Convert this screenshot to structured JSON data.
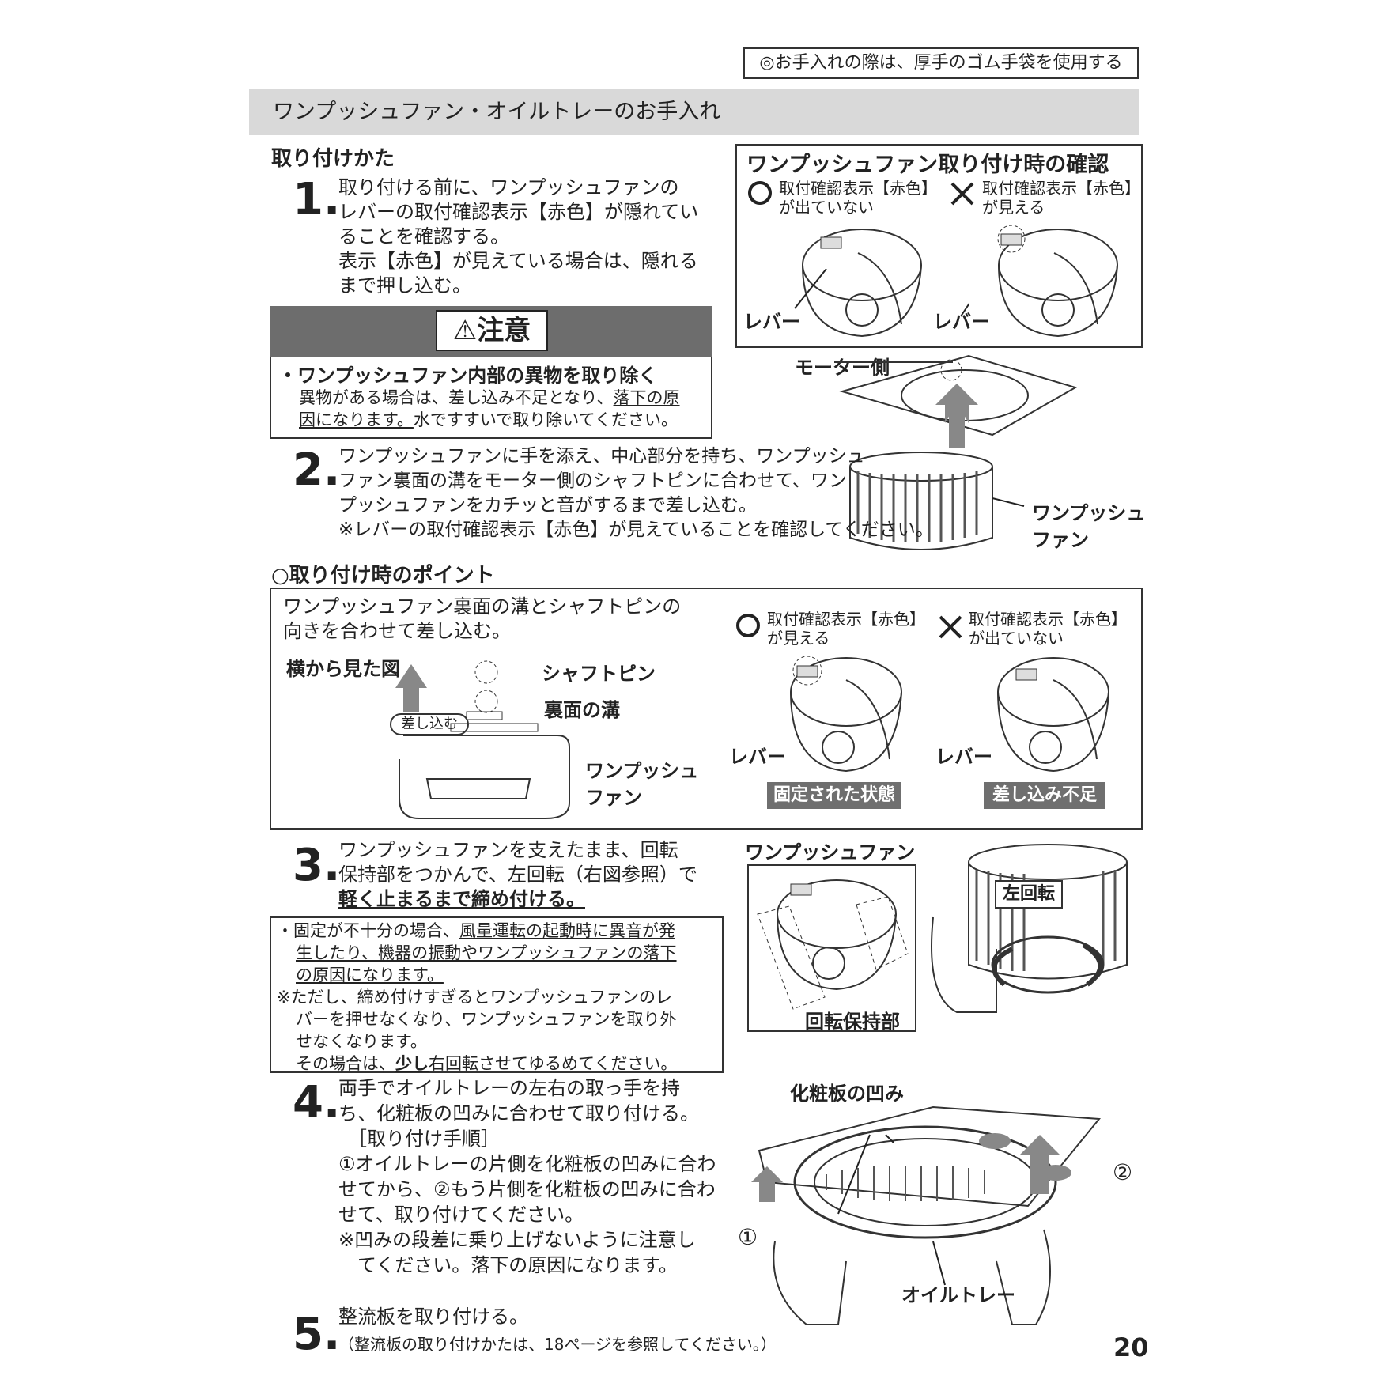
{
  "notice": "◎お手入れの際は、厚手のゴム手袋を使用する",
  "section_title": "ワンプッシュファン・オイルトレーのお手入れ",
  "install_title": "取り付けかた",
  "step1": {
    "num": "1.",
    "lines": [
      "取り付ける前に、ワンプッシュファンの",
      "レバーの取付確認表示【赤色】が隠れてい",
      "ることを確認する。",
      "表示【赤色】が見えている場合は、隠れる",
      "まで押し込む。"
    ]
  },
  "check_box": {
    "title": "ワンプッシュファン取り付け時の確認",
    "ok_text": [
      "取付確認表示【赤色】",
      "が出ていない"
    ],
    "ng_text": [
      "取付確認表示【赤色】",
      "が見える"
    ],
    "lever": "レバー"
  },
  "caution": {
    "label": "⚠注意",
    "item": "・ワンプッシュファン内部の異物を取り除く",
    "body1_a": "異物がある場合は、差し込み不足となり、",
    "body1_b": "落下の原",
    "body2_a": "因になります。",
    "body2_b": "水ですすいで取り除いてください。"
  },
  "motor_side": "モーター側",
  "step2": {
    "num": "2.",
    "lines": [
      "ワンプッシュファンに手を添え、中心部分を持ち、ワンプッシュ",
      "ファン裏面の溝をモーター側のシャフトピンに合わせて、ワン",
      "プッシュファンをカチッと音がするまで差し込む。",
      "※レバーの取付確認表示【赤色】が見えていることを確認してください。"
    ]
  },
  "fan_label": [
    "ワンプッシュ",
    "ファン"
  ],
  "point": {
    "title": "○取り付け時のポイント",
    "intro": [
      "ワンプッシュファン裏面の溝とシャフトピンの",
      "向きを合わせて差し込む。"
    ],
    "side_view": "横から見た図",
    "shaft_pin": "シャフトピン",
    "groove": "裏面の溝",
    "insert": "差し込む",
    "fan": [
      "ワンプッシュ",
      "ファン"
    ],
    "ok_text": [
      "取付確認表示【赤色】",
      "が見える"
    ],
    "ng_text": [
      "取付確認表示【赤色】",
      "が出ていない"
    ],
    "lever": "レバー",
    "ok_tag": "固定された状態",
    "ng_tag": "差し込み不足"
  },
  "step3": {
    "num": "3.",
    "lines": [
      "ワンプッシュファンを支えたまま、回転",
      "保持部をつかんで、左回転（右図参照）で"
    ],
    "emph": "軽く止まるまで締め付ける。"
  },
  "fan_top": "ワンプッシュファン",
  "left_turn": "左回転",
  "hold_part": "回転保持部",
  "note3": {
    "l1a": "・固定が不十分の場合、",
    "l1b": "風量運転の起動時に異音が発",
    "l2": "生したり、機器の振動やワンプッシュファンの落下",
    "l3": "の原因になります。",
    "l4": "※ただし、締め付けすぎるとワンプッシュファンのレ",
    "l5": "バーを押せなくなり、ワンプッシュファンを取り外",
    "l6": "せなくなります。",
    "l7a": "その場合は、",
    "l7b": "少し",
    "l7c": "右回転させてゆるめてください。"
  },
  "step4": {
    "num": "4.",
    "lines": [
      "両手でオイルトレーの左右の取っ手を持",
      "ち、化粧板の凹みに合わせて取り付ける。",
      "［取り付け手順］",
      "①オイルトレーの片側を化粧板の凹みに合わ",
      "せてから、②もう片側を化粧板の凹みに合わ",
      "せて、取り付けてください。",
      "※凹みの段差に乗り上げないように注意し",
      "てください。落下の原因になります。"
    ]
  },
  "recess": "化粧板の凹み",
  "oil_tray": "オイルトレー",
  "mark1": "①",
  "mark2": "②",
  "step5": {
    "num": "5.",
    "line1": "整流板を取り付ける。",
    "line2": "（整流板の取り付けかたは、18ページを参照してください。）"
  },
  "page_number": "20"
}
